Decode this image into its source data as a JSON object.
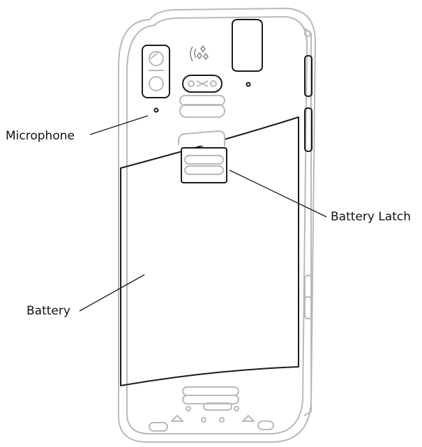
{
  "labels": {
    "microphone": "Microphone",
    "battery_latch": "Battery Latch",
    "battery": "Battery"
  },
  "colors": {
    "housing_outline": "#b9b9b9",
    "component_outline": "#1a1a1a",
    "text": "#111111",
    "background": "#ffffff"
  },
  "icons": [
    "scanner-logo-icon"
  ]
}
